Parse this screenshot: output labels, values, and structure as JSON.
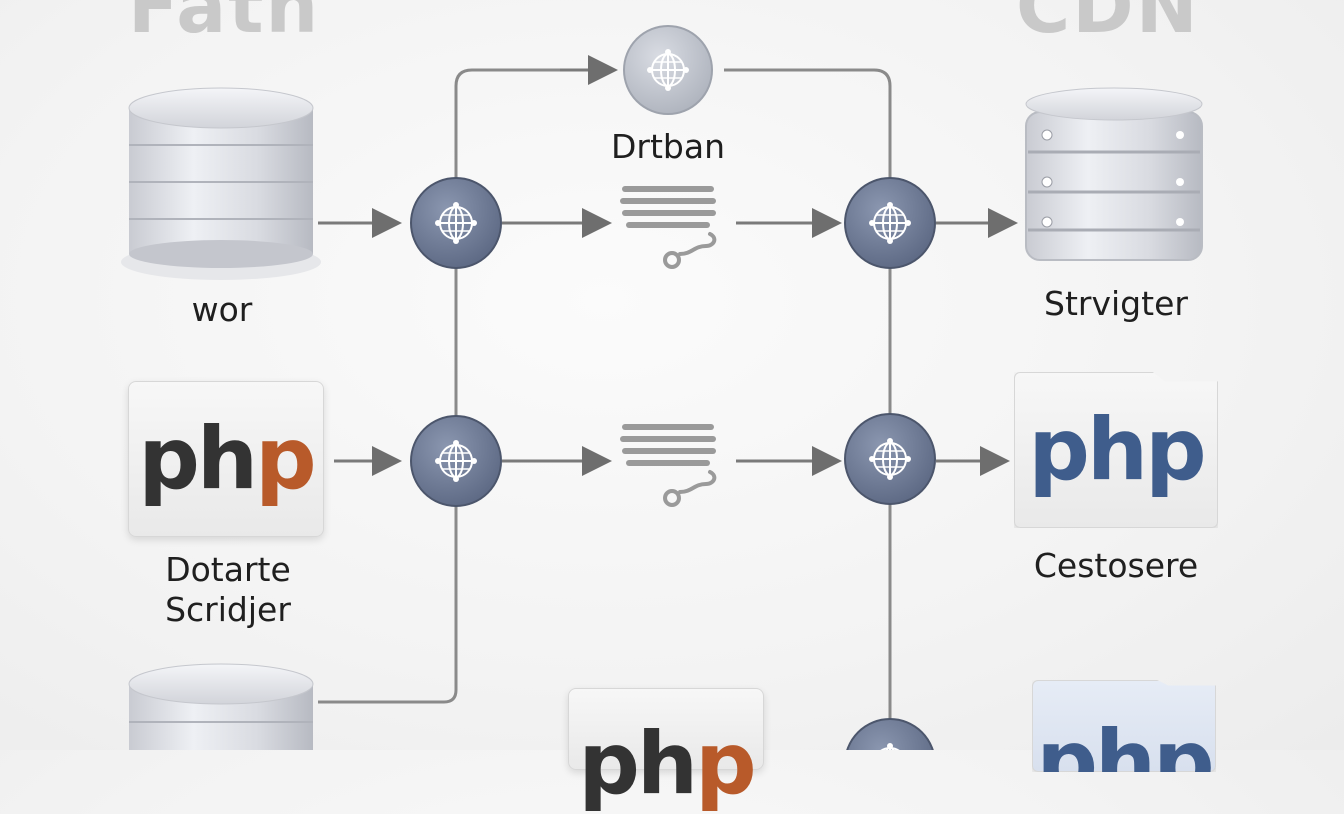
{
  "headings": {
    "left": "Fath",
    "right": "CDN"
  },
  "labels": {
    "top_center": "Drtban",
    "left_db": "wor",
    "right_server": "Strvigter",
    "left_php_line1": "Dotarte",
    "left_php_line2": "Scridjer",
    "right_php": "Cestosere"
  },
  "php_cards": {
    "left_mid": {
      "ph": "ph",
      "p": "p"
    },
    "bottom_center": {
      "ph": "ph",
      "p": "p"
    },
    "right_mid": "php",
    "right_bottom": "php"
  },
  "colors": {
    "node_fill": "#6f7d99",
    "top_node_fill": "#c2c6cf",
    "connector": "#8a8a8a",
    "heading": "#c9c9c9",
    "php_dark": "#333333",
    "php_accent": "#b85a2a",
    "php_blue": "#3f5d8c"
  },
  "icons": {
    "network_node": "globe-icon",
    "database": "database-icon",
    "server": "server-rack-icon",
    "queue": "stacked-lines-icon"
  }
}
